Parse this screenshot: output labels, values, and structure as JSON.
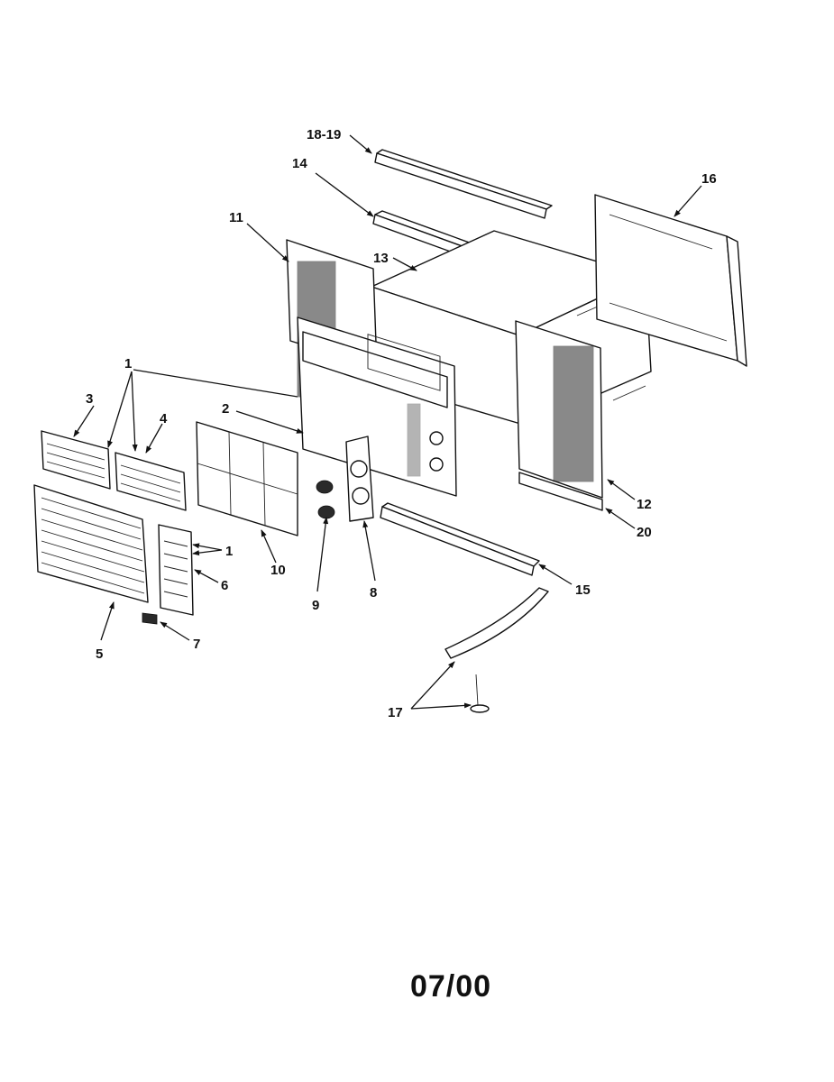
{
  "callouts": {
    "c18_19": "18-19",
    "c14": "14",
    "c16": "16",
    "c11": "11",
    "c13": "13",
    "c1a": "1",
    "c3": "3",
    "c4": "4",
    "c2": "2",
    "c12": "12",
    "c20": "20",
    "c1b": "1",
    "c6": "6",
    "c10": "10",
    "c9": "9",
    "c8": "8",
    "c15": "15",
    "c5": "5",
    "c7": "7",
    "c17": "17"
  },
  "footer": {
    "date_code": "07/00"
  }
}
